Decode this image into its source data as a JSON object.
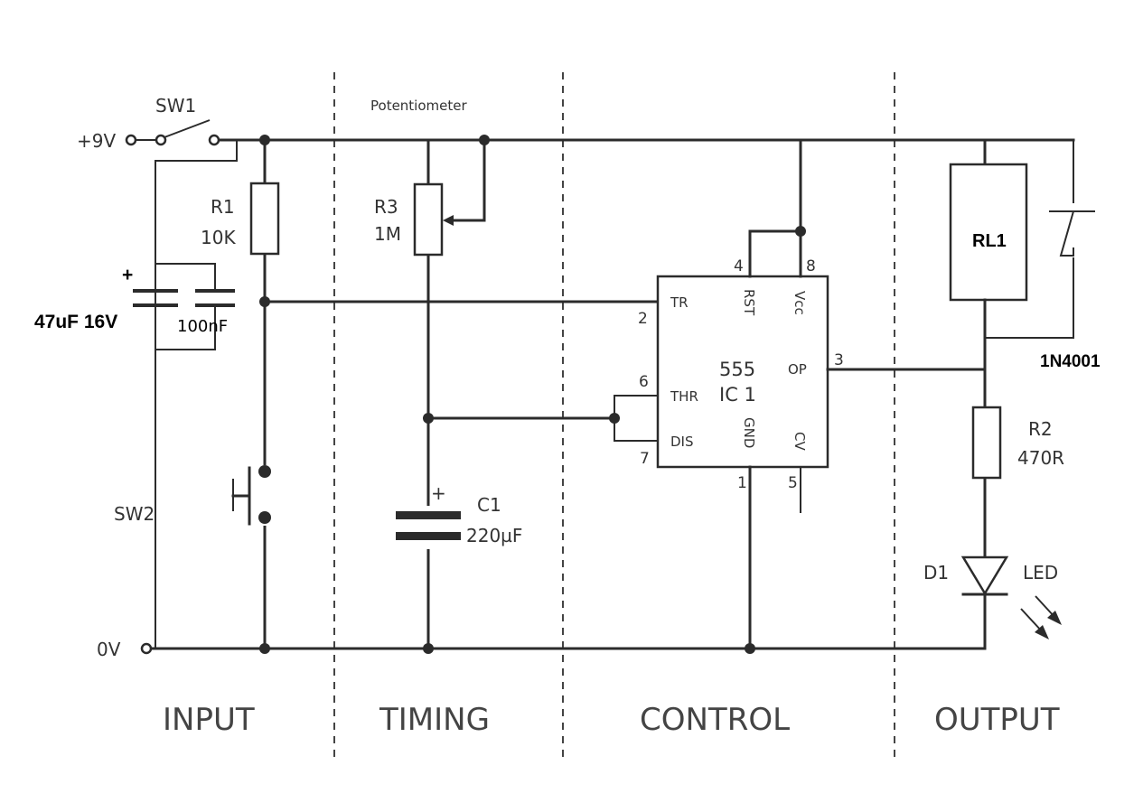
{
  "labels": {
    "sw1": "SW1",
    "plus9v": "+9V",
    "zero_v": "0V",
    "potentiometer": "Potentiometer",
    "r1_name": "R1",
    "r1_value": "10K",
    "r3_name": "R3",
    "r3_value": "1M",
    "cap_plus": "+",
    "cap_47_value": "47uF 16V",
    "cap_100_value": "100nF",
    "sw2": "SW2",
    "c1_plus": "+",
    "c1_name": "C1",
    "c1_value": "220µF",
    "ic_name": "555",
    "ic_ref": "IC 1",
    "pin_tr": "TR",
    "pin_rst": "RST",
    "pin_vcc": "Vcc",
    "pin_op": "OP",
    "pin_thr": "THR",
    "pin_dis": "DIS",
    "pin_gnd": "GND",
    "pin_cv": "CV",
    "pin_num_1": "1",
    "pin_num_2": "2",
    "pin_num_3": "3",
    "pin_num_4": "4",
    "pin_num_5": "5",
    "pin_num_6": "6",
    "pin_num_7": "7",
    "pin_num_8": "8",
    "rl1": "RL1",
    "diode": "1N4001",
    "r2_name": "R2",
    "r2_value": "470R",
    "d1_name": "D1",
    "d1_type": "LED"
  },
  "sections": [
    "INPUT",
    "TIMING",
    "CONTROL",
    "OUTPUT"
  ]
}
